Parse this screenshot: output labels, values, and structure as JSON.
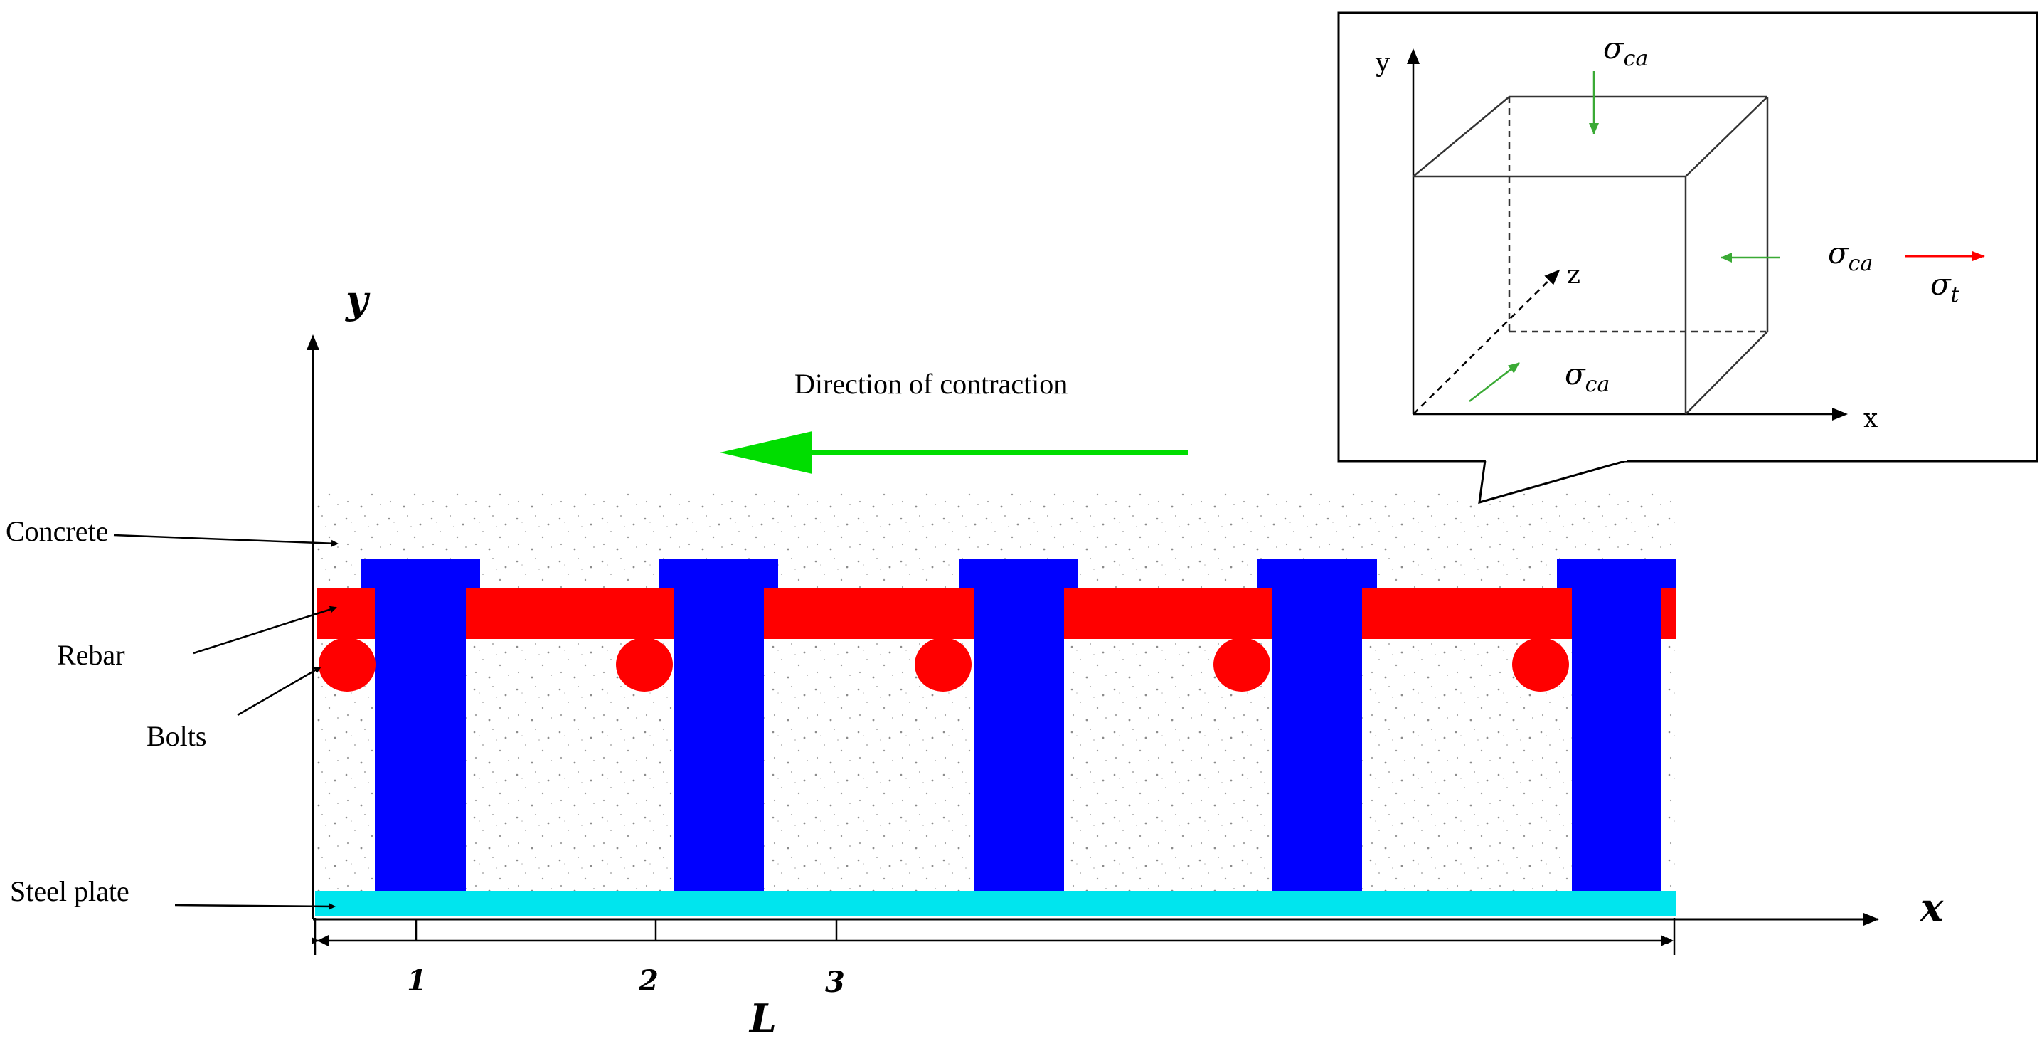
{
  "main": {
    "axis_x_label": "x",
    "axis_y_label": "y",
    "contraction_label": "Direction of contraction",
    "component_labels": {
      "concrete": "Concrete",
      "rebar": "Rebar",
      "bolts": "Bolts",
      "steel_plate": "Steel plate"
    },
    "position_marks": [
      "1",
      "2",
      "3"
    ],
    "length_label": "L"
  },
  "inset": {
    "axis_x": "x",
    "axis_y": "y",
    "axis_z": "z",
    "stress_top": {
      "symbol": "σ",
      "sub": "ca"
    },
    "stress_right": {
      "symbol": "σ",
      "sub": "ca"
    },
    "stress_tension": {
      "symbol": "σ",
      "sub": "t"
    },
    "stress_bottom": {
      "symbol": "σ",
      "sub": "ca"
    }
  },
  "colors": {
    "rebar": "#ff0000",
    "bolts": "#0000ff",
    "steel_plate": "#00e5ee",
    "compression_arrow": "#3aaa35",
    "tension_arrow": "#ff0000",
    "contraction_arrow": "#00dd00"
  }
}
